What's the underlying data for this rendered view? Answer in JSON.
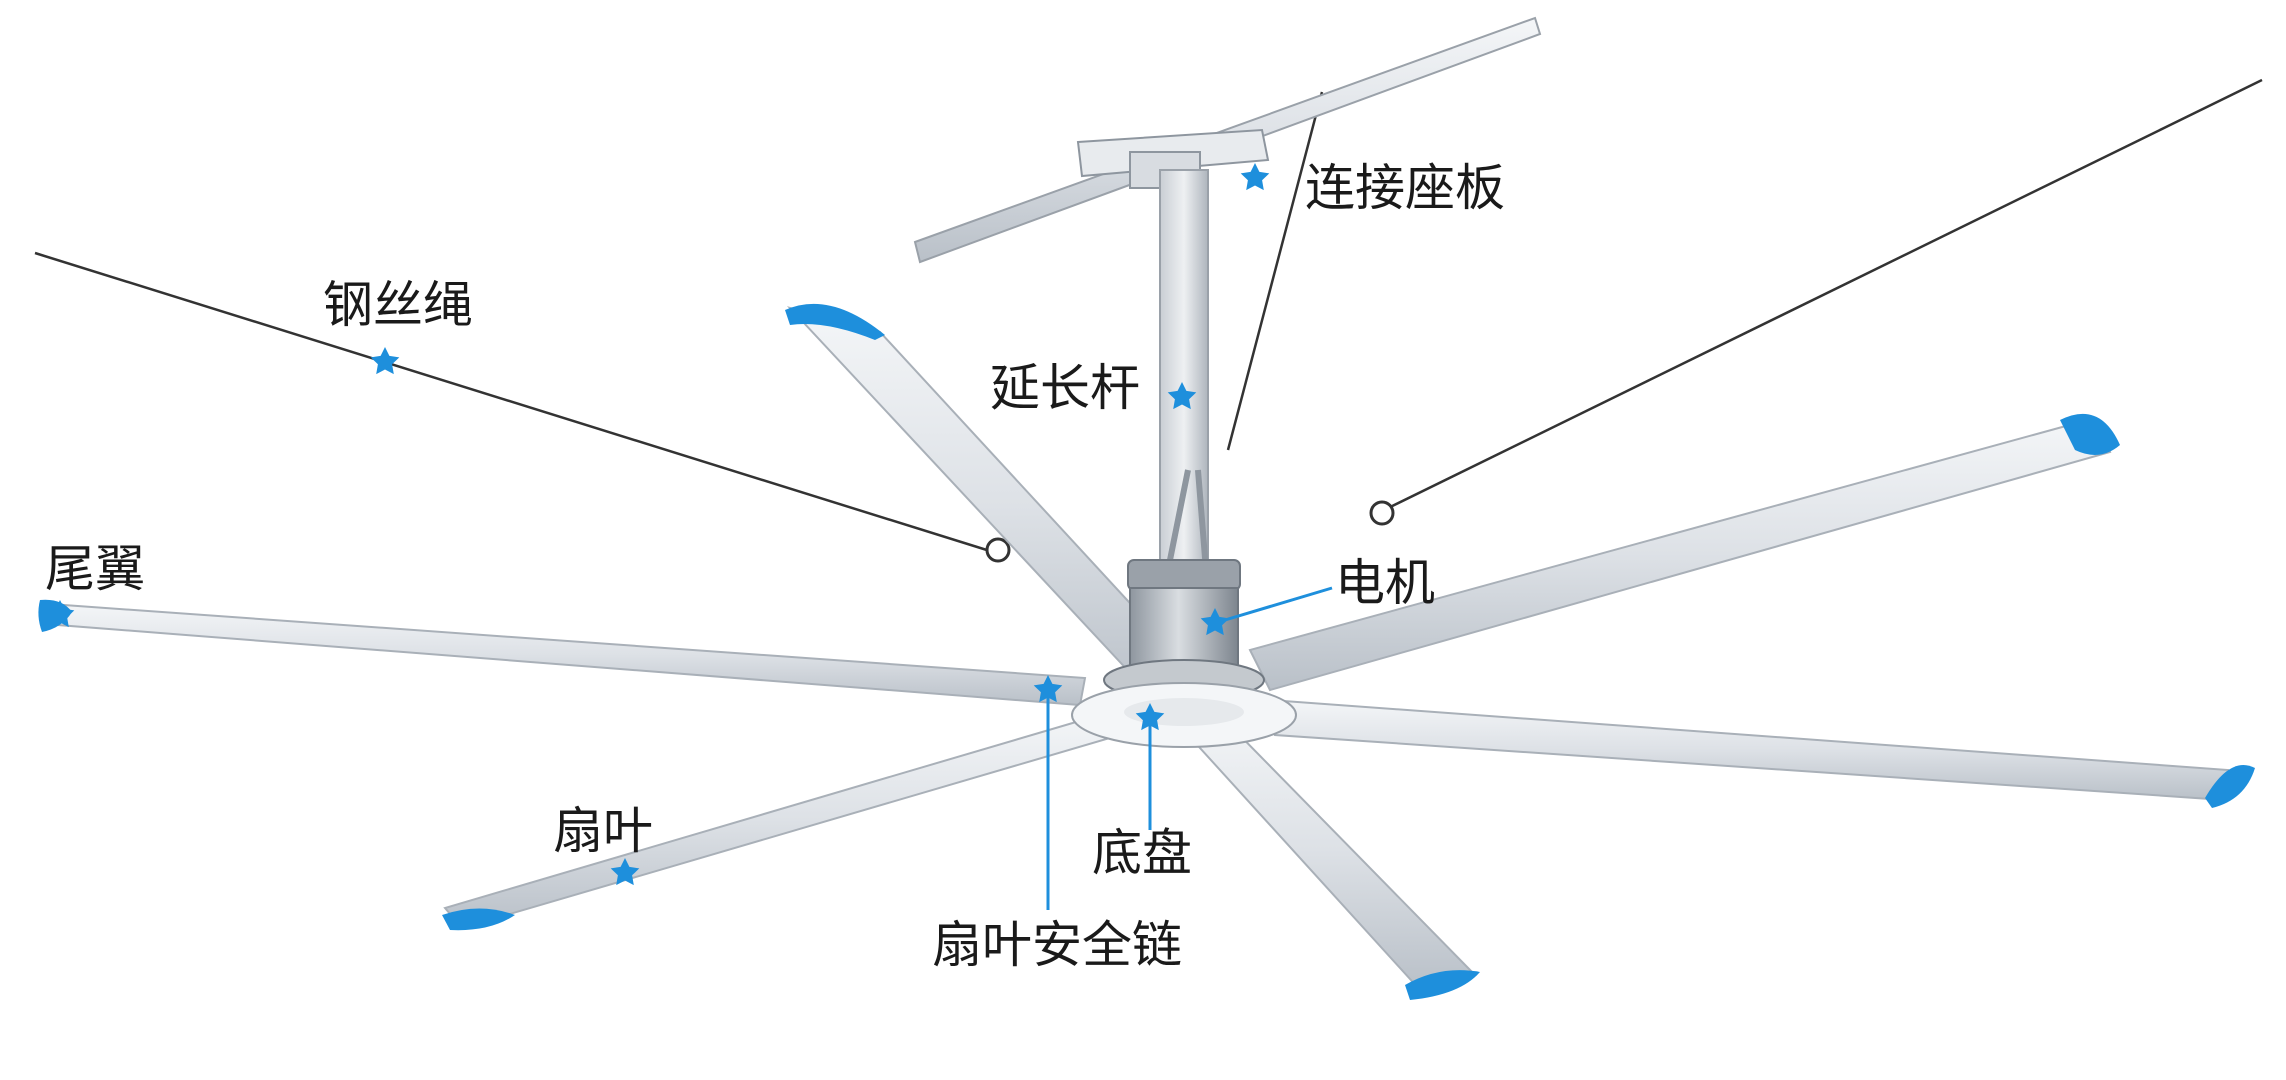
{
  "labels": {
    "connector_plate": "连接座板",
    "steel_wire": "钢丝绳",
    "extension_rod": "延长杆",
    "tail_wing": "尾翼",
    "motor": "电机",
    "blade": "扇叶",
    "chassis": "底盘",
    "blade_safety_chain": "扇叶安全链"
  },
  "colors": {
    "marker": "#1e8fdc",
    "blade_tip": "#1e8fdc",
    "label_text": "#1a1a1a",
    "leader_line": "#1e8fdc",
    "wire": "#333333",
    "blade_body": "#e3e6ea",
    "blade_edge": "#a9b0b8"
  },
  "icons": {
    "marker": "star-icon"
  }
}
